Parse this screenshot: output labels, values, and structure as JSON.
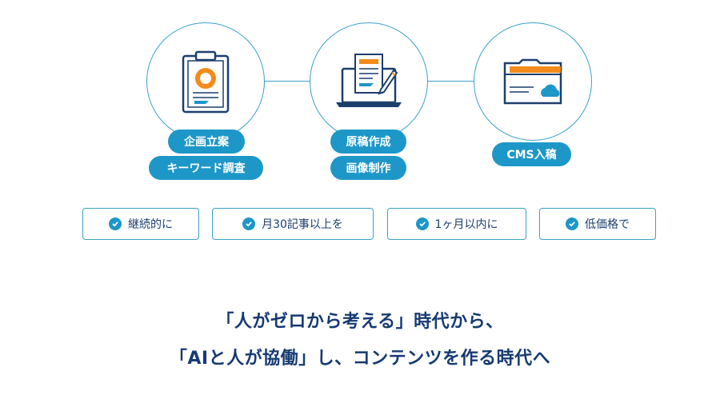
{
  "steps": [
    {
      "icon": "clipboard-chart-icon",
      "labels": [
        "企画立案",
        "キーワード調査"
      ]
    },
    {
      "icon": "laptop-document-pen-icon",
      "labels": [
        "原稿作成",
        "画像制作"
      ]
    },
    {
      "icon": "browser-cloud-icon",
      "labels": [
        "CMS入稿"
      ]
    }
  ],
  "features": [
    "継続的に",
    "月30記事以上を",
    "1ヶ月以内に",
    "低価格で"
  ],
  "headline": {
    "line1": "「人がゼロから考える」時代から、",
    "line2": "「AIと人が協働」し、コンテンツを作る時代へ"
  },
  "colors": {
    "accent": "#1d97c8",
    "outline": "#3aa3c8",
    "orange": "#f28b1c",
    "heading": "#163a73"
  }
}
